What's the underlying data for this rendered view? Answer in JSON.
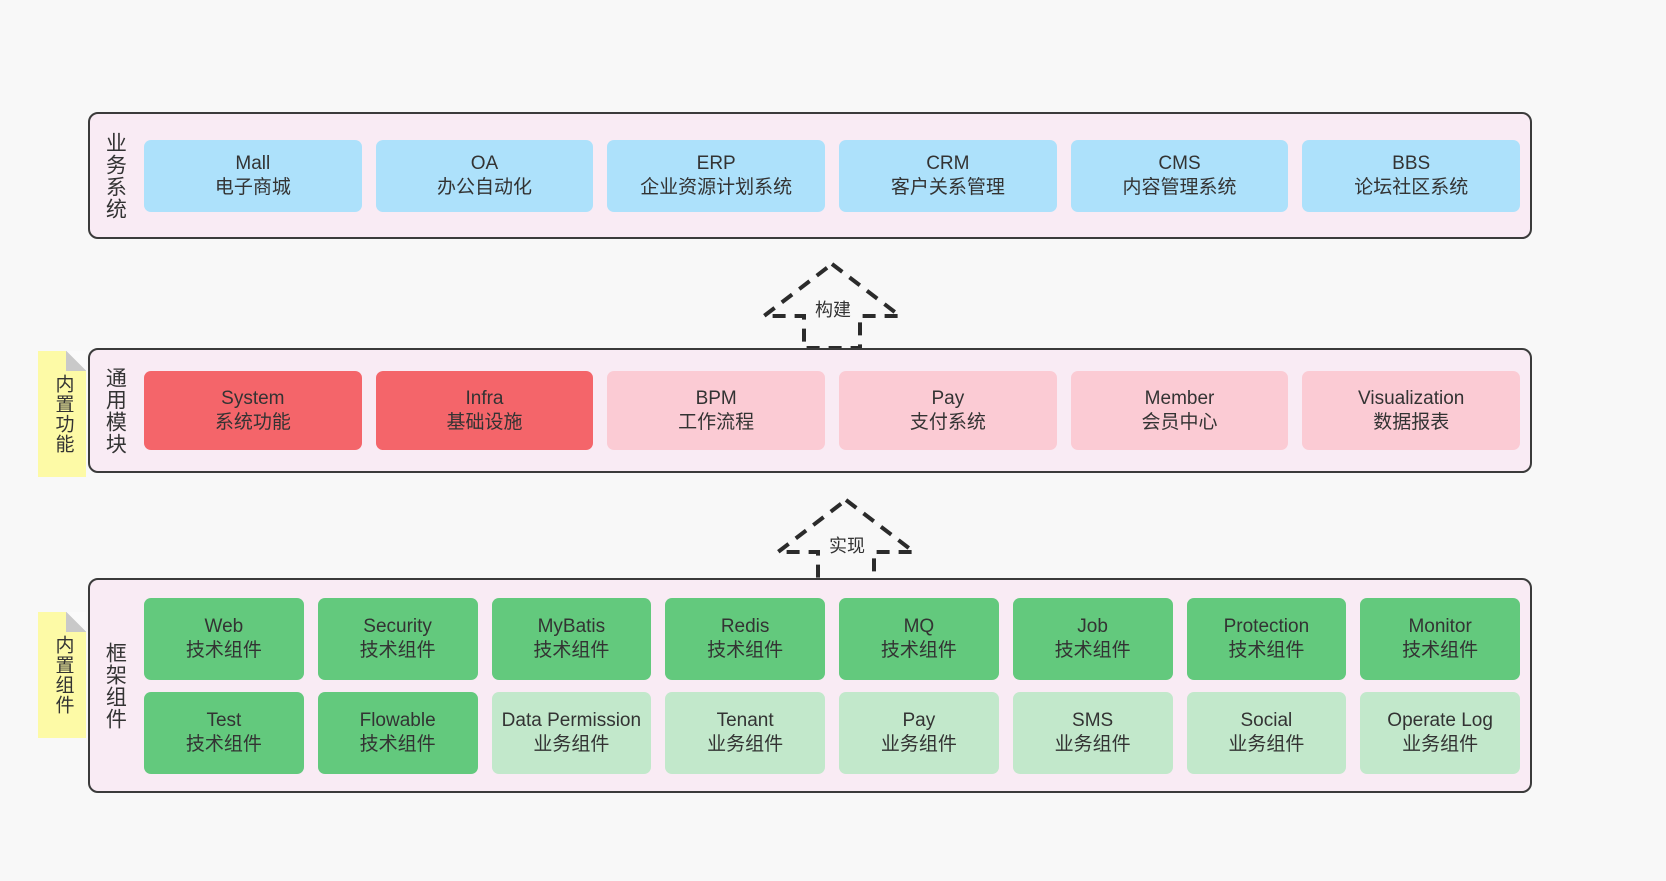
{
  "diagram": {
    "background_color": "#f8f8f8",
    "layer_fill": "#f9ebf4",
    "layer_border": "#3b3b3b",
    "sticky_color": "#fdfaa6"
  },
  "layers": [
    {
      "id": "business",
      "label": "业务系统",
      "rows": [
        {
          "cards": [
            {
              "title": "Mall",
              "sub": "电子商城",
              "color": "#ade1fb",
              "variant": "c-blue"
            },
            {
              "title": "OA",
              "sub": "办公自动化",
              "color": "#ade1fb",
              "variant": "c-blue"
            },
            {
              "title": "ERP",
              "sub": "企业资源计划系统",
              "color": "#ade1fb",
              "variant": "c-blue"
            },
            {
              "title": "CRM",
              "sub": "客户关系管理",
              "color": "#ade1fb",
              "variant": "c-blue"
            },
            {
              "title": "CMS",
              "sub": "内容管理系统",
              "color": "#ade1fb",
              "variant": "c-blue"
            },
            {
              "title": "BBS",
              "sub": "论坛社区系统",
              "color": "#ade1fb",
              "variant": "c-blue"
            }
          ]
        }
      ]
    },
    {
      "id": "common",
      "label": "通用模块",
      "sticky": "内置功能",
      "rows": [
        {
          "cards": [
            {
              "title": "System",
              "sub": "系统功能",
              "color": "#f4656a",
              "variant": "c-red"
            },
            {
              "title": "Infra",
              "sub": "基础设施",
              "color": "#f4656a",
              "variant": "c-red"
            },
            {
              "title": "BPM",
              "sub": "工作流程",
              "color": "#fbcbd4",
              "variant": "c-pink"
            },
            {
              "title": "Pay",
              "sub": "支付系统",
              "color": "#fbcbd4",
              "variant": "c-pink"
            },
            {
              "title": "Member",
              "sub": "会员中心",
              "color": "#fbcbd4",
              "variant": "c-pink"
            },
            {
              "title": "Visualization",
              "sub": "数据报表",
              "color": "#fbcbd4",
              "variant": "c-pink"
            }
          ]
        }
      ]
    },
    {
      "id": "framework",
      "label": "框架组件",
      "sticky": "内置组件",
      "rows": [
        {
          "cards": [
            {
              "title": "Web",
              "sub": "技术组件",
              "color": "#63c97d",
              "variant": "c-green"
            },
            {
              "title": "Security",
              "sub": "技术组件",
              "color": "#63c97d",
              "variant": "c-green"
            },
            {
              "title": "MyBatis",
              "sub": "技术组件",
              "color": "#63c97d",
              "variant": "c-green"
            },
            {
              "title": "Redis",
              "sub": "技术组件",
              "color": "#63c97d",
              "variant": "c-green"
            },
            {
              "title": "MQ",
              "sub": "技术组件",
              "color": "#63c97d",
              "variant": "c-green"
            },
            {
              "title": "Job",
              "sub": "技术组件",
              "color": "#63c97d",
              "variant": "c-green"
            },
            {
              "title": "Protection",
              "sub": "技术组件",
              "color": "#63c97d",
              "variant": "c-green"
            },
            {
              "title": "Monitor",
              "sub": "技术组件",
              "color": "#63c97d",
              "variant": "c-green"
            }
          ]
        },
        {
          "cards": [
            {
              "title": "Test",
              "sub": "技术组件",
              "color": "#63c97d",
              "variant": "c-green"
            },
            {
              "title": "Flowable",
              "sub": "技术组件",
              "color": "#63c97d",
              "variant": "c-green"
            },
            {
              "title": "Data Permission",
              "sub": "业务组件",
              "color": "#c2e8cb",
              "variant": "c-lightgreen"
            },
            {
              "title": "Tenant",
              "sub": "业务组件",
              "color": "#c2e8cb",
              "variant": "c-lightgreen"
            },
            {
              "title": "Pay",
              "sub": "业务组件",
              "color": "#c2e8cb",
              "variant": "c-lightgreen"
            },
            {
              "title": "SMS",
              "sub": "业务组件",
              "color": "#c2e8cb",
              "variant": "c-lightgreen"
            },
            {
              "title": "Social",
              "sub": "业务组件",
              "color": "#c2e8cb",
              "variant": "c-lightgreen"
            },
            {
              "title": "Operate Log",
              "sub": "业务组件",
              "color": "#c2e8cb",
              "variant": "c-lightgreen"
            }
          ]
        }
      ]
    }
  ],
  "arrows": [
    {
      "id": "build",
      "label": "构建",
      "direction": "up",
      "style": "dashed-hollow"
    },
    {
      "id": "impl",
      "label": "实现",
      "direction": "up",
      "style": "dashed-hollow"
    }
  ]
}
